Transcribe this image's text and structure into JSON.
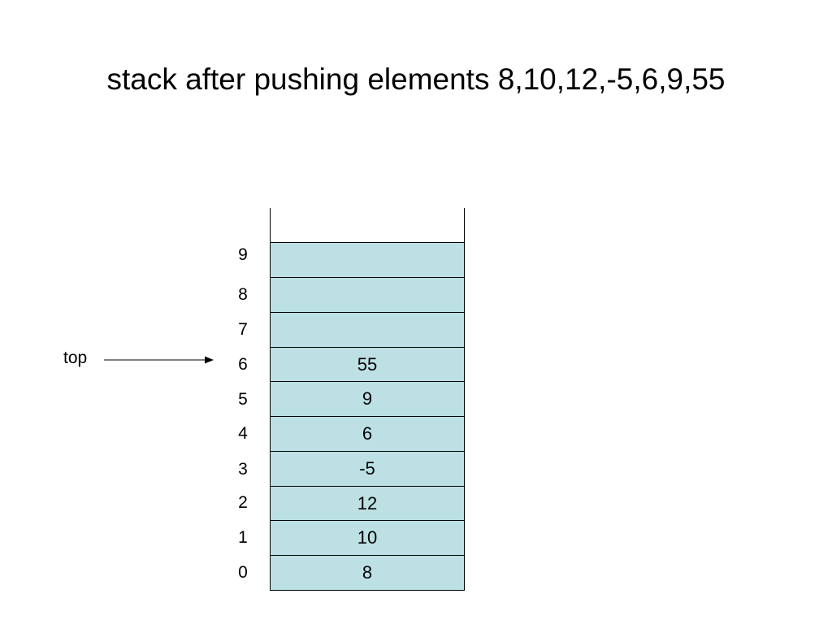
{
  "slide": {
    "title": "stack after pushing elements 8,10,12,-5,6,9,55"
  },
  "stack": {
    "slots": [
      {
        "index": "0",
        "value": "8"
      },
      {
        "index": "1",
        "value": "10"
      },
      {
        "index": "2",
        "value": "12"
      },
      {
        "index": "3",
        "value": "-5"
      },
      {
        "index": "4",
        "value": "6"
      },
      {
        "index": "5",
        "value": "9"
      },
      {
        "index": "6",
        "value": "55"
      },
      {
        "index": "7",
        "value": ""
      },
      {
        "index": "8",
        "value": ""
      },
      {
        "index": "9",
        "value": ""
      }
    ],
    "fill_color": "#bce0e3",
    "border_color": "#000000"
  },
  "pointer": {
    "label": "top",
    "points_to_index": 6
  }
}
